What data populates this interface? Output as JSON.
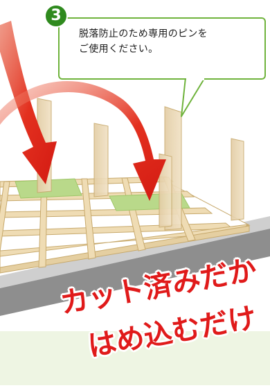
{
  "callout": {
    "step_number": "3",
    "lines": [
      "脱落防止のため専用のピンを",
      "ご使用ください。"
    ]
  },
  "caption": {
    "line1": "カット済みだか",
    "line2": "はめ込むだけ"
  },
  "icons": {
    "arrows": [
      "red-curved-arrow-left",
      "red-curved-arrow-right"
    ],
    "badge": "numbered-circle-badge"
  },
  "colors": {
    "accent_green": "#6fb33c",
    "badge_green": "#2f8a1e",
    "arrow_red": "#e02a1a",
    "caption_red": "#e01a1a",
    "wood": "#e9d4ad",
    "panel_green": "#b9d98a",
    "footer_green": "#eef5e3"
  }
}
